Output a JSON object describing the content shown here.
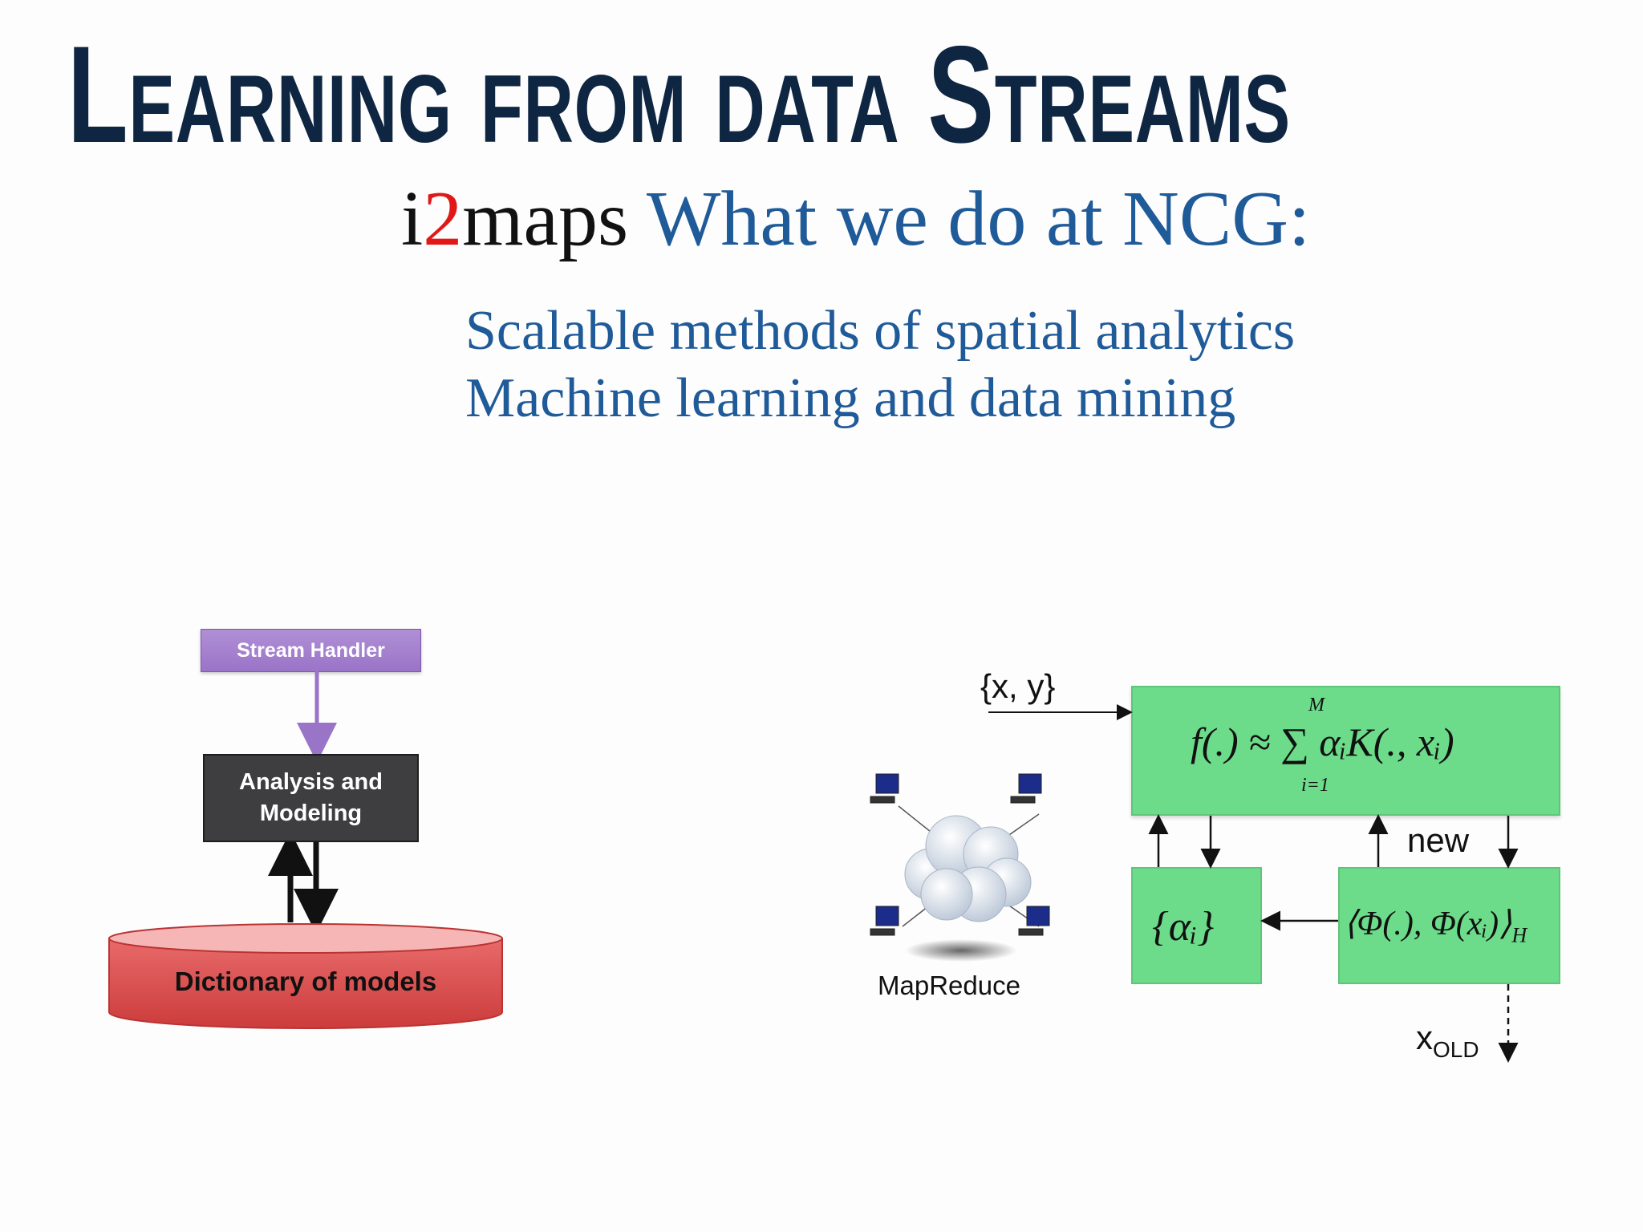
{
  "title": "Learning from data Streams",
  "subtitle": {
    "brand_part1": "i",
    "brand_part2": "2",
    "brand_part3": "maps",
    "text": "What we do at NCG:"
  },
  "bullets": [
    "Scalable methods of spatial analytics",
    "Machine learning and data mining"
  ],
  "left_diagram": {
    "stream_handler": "Stream Handler",
    "analysis_box": "Analysis and\nModeling",
    "dictionary": "Dictionary of models"
  },
  "right_diagram": {
    "input_label": "{x, y}",
    "formula": "f(.) ≈ ∑ αᵢK(., xᵢ)",
    "sum_upper": "M",
    "sum_lower": "i=1",
    "alpha_set": "{αᵢ}",
    "kernel_product": "⟨Φ(.), Φ(xᵢ)⟩",
    "kernel_subscript": "H",
    "new_label": "new",
    "old_label": "x",
    "old_subscript": "OLD",
    "mapreduce_label": "MapReduce"
  },
  "colors": {
    "title": "#0e2642",
    "subtitle_blue": "#1f5a99",
    "brand_red": "#e01818",
    "green_box": "#6cdc8a",
    "purple": "#9a74c7",
    "dark_box": "#3e3e40",
    "cylinder_red": "#dd4f4f"
  }
}
